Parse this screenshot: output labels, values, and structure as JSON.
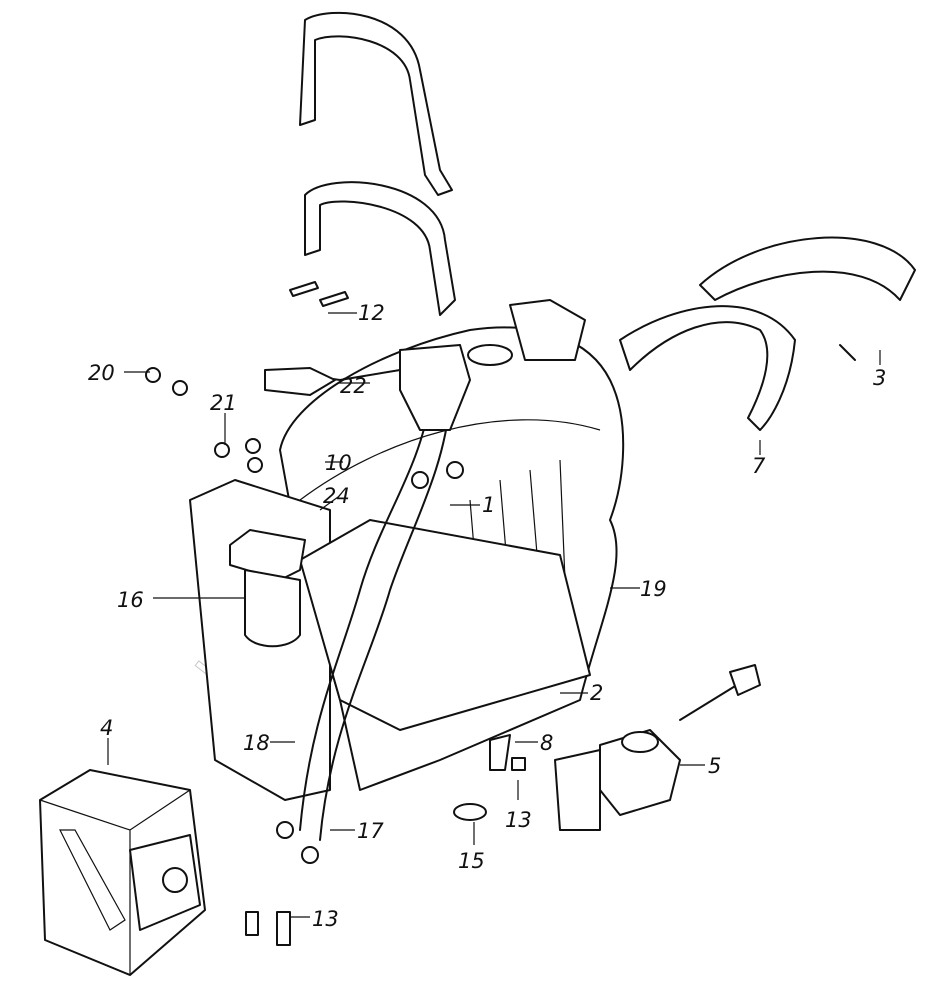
{
  "watermark": "kamaz.ru",
  "labels": {
    "l1": "1",
    "l2": "2",
    "l3": "3",
    "l4": "4",
    "l5": "5",
    "l7": "7",
    "l8": "8",
    "l10": "10",
    "l12": "12",
    "l13a": "13",
    "l13b": "13",
    "l15": "15",
    "l16": "16",
    "l17": "17",
    "l18": "18",
    "l19": "19",
    "l20": "20",
    "l21": "21",
    "l22": "22",
    "l24": "24"
  }
}
